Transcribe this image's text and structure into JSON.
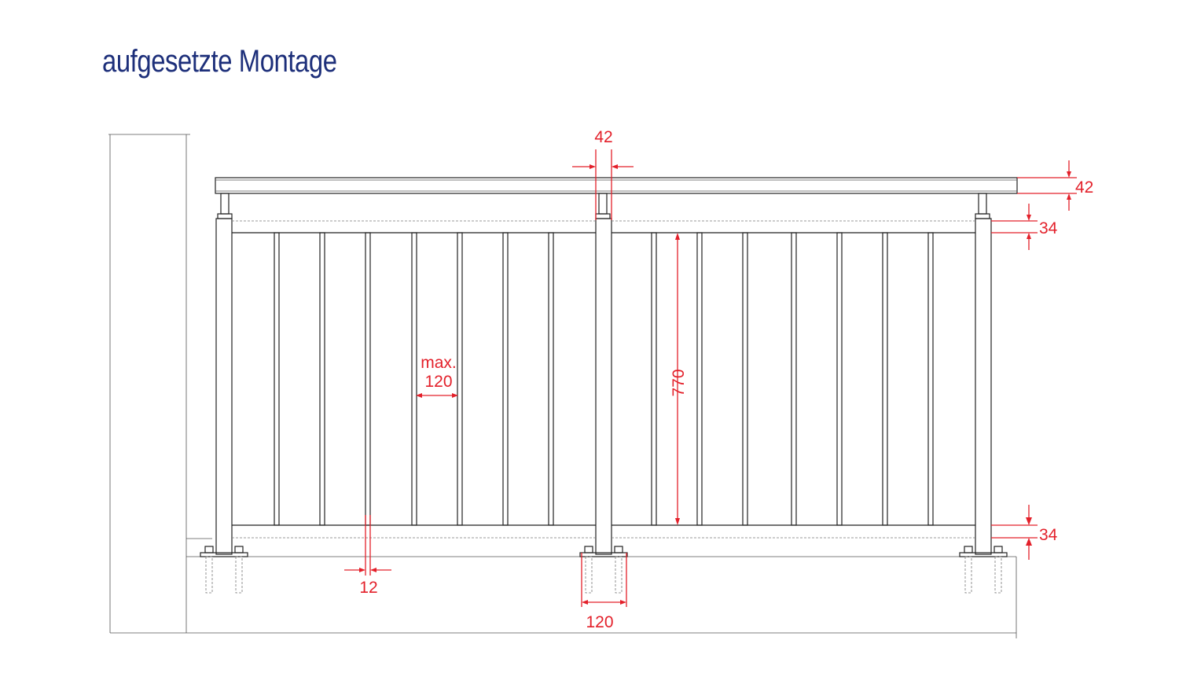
{
  "title": "aufgesetzte Montage",
  "colors": {
    "title": "#1d2f7a",
    "dimension": "#e3202a",
    "line": "#222222"
  },
  "dimensions": {
    "post_width": "42",
    "handrail_height": "42",
    "top_rail_height": "34",
    "bottom_rail_height": "34",
    "infill_height": "770",
    "bar_gap_prefix": "max.",
    "bar_gap": "120",
    "bar_width": "12",
    "base_plate_width": "120"
  }
}
